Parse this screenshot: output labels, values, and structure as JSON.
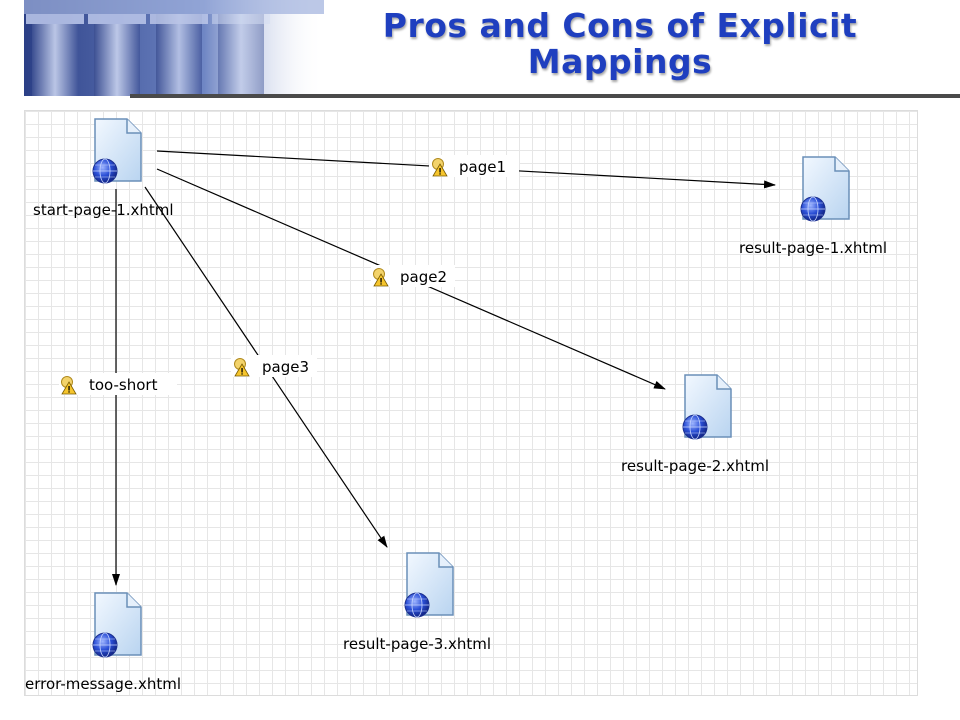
{
  "slide": {
    "title_line1": "Pros and Cons of Explicit",
    "title_line2": "Mappings"
  },
  "diagram": {
    "nodes": {
      "start": "start-page-1.xhtml",
      "result1": "result-page-1.xhtml",
      "result2": "result-page-2.xhtml",
      "result3": "result-page-3.xhtml",
      "error": "error-message.xhtml"
    },
    "edges": {
      "page1": "page1",
      "page2": "page2",
      "page3": "page3",
      "too_short": "too-short"
    }
  },
  "colors": {
    "title": "#1f3fbf",
    "page_fill": "#cfe3f7",
    "page_stroke": "#6a8fb8",
    "globe": "#2b4fd6"
  }
}
